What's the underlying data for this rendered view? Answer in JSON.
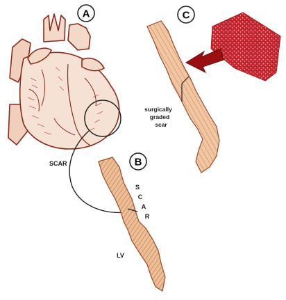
{
  "panels": [
    {
      "letter": "A"
    },
    {
      "letter": "B"
    },
    {
      "letter": "C"
    }
  ],
  "labels": {
    "scar_left": "SCAR",
    "scar_vertical": [
      "S",
      "C",
      "A",
      "R"
    ],
    "lv": "LV",
    "surgical": [
      "surgically",
      "graded",
      "scar"
    ]
  },
  "colors": {
    "outline": "#8a2a1a",
    "heart_fill": "#f3d9c8",
    "wall_fill": "#ecbf97",
    "wall_hatch": "#c0704a",
    "patch": "#c8242c",
    "arrow": "#9a1010",
    "line": "#222222"
  }
}
